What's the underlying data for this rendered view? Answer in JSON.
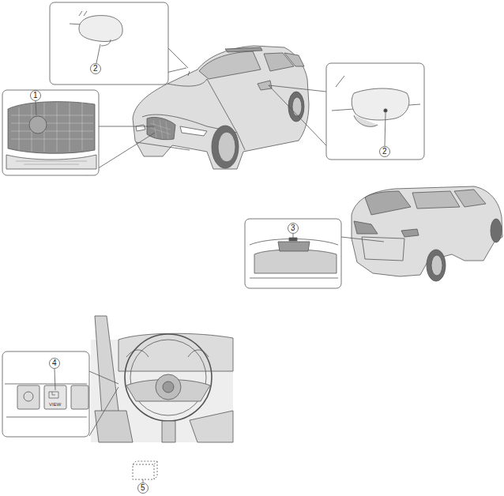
{
  "diagram": {
    "labels": [
      "2",
      "1",
      "2",
      "3",
      "4",
      "VIEW",
      "5"
    ]
  }
}
